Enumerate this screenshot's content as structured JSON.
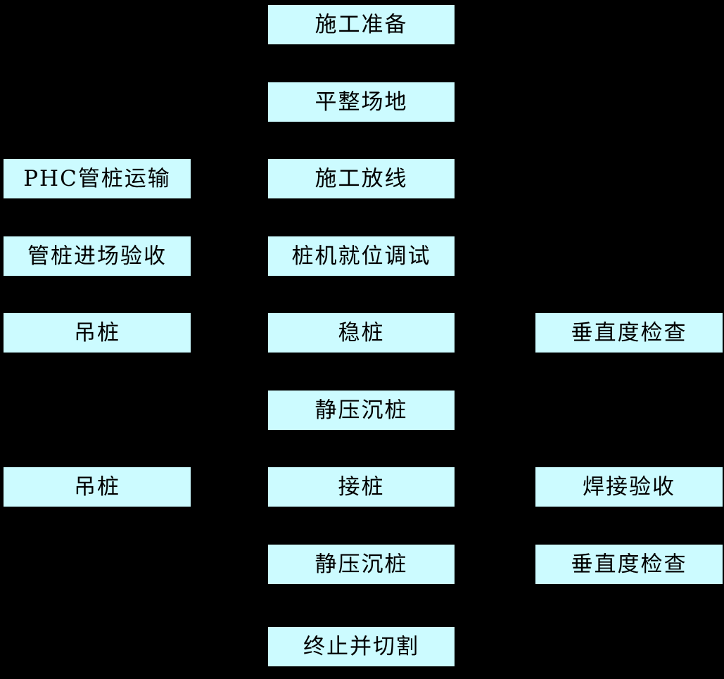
{
  "diagram": {
    "type": "flowchart",
    "orientation": "vertical",
    "background_color": "#000000",
    "node_fill_color": "#ccfbff",
    "node_text_color": "#000000",
    "columns": [
      "left",
      "middle",
      "right"
    ],
    "nodes": [
      {
        "id": "n1",
        "label": "施工准备",
        "column": "middle",
        "row": 1
      },
      {
        "id": "n2",
        "label": "平整场地",
        "column": "middle",
        "row": 2
      },
      {
        "id": "n3",
        "label": "PHC管桩运输",
        "column": "left",
        "row": 3
      },
      {
        "id": "n4",
        "label": "施工放线",
        "column": "middle",
        "row": 3
      },
      {
        "id": "n5",
        "label": "管桩进场验收",
        "column": "left",
        "row": 4
      },
      {
        "id": "n6",
        "label": "桩机就位调试",
        "column": "middle",
        "row": 4
      },
      {
        "id": "n7",
        "label": "吊桩",
        "column": "left",
        "row": 5
      },
      {
        "id": "n8",
        "label": "稳桩",
        "column": "middle",
        "row": 5
      },
      {
        "id": "n9",
        "label": "垂直度检查",
        "column": "right",
        "row": 5
      },
      {
        "id": "n10",
        "label": "静压沉桩",
        "column": "middle",
        "row": 6
      },
      {
        "id": "n11",
        "label": "吊桩",
        "column": "left",
        "row": 7
      },
      {
        "id": "n12",
        "label": "接桩",
        "column": "middle",
        "row": 7
      },
      {
        "id": "n13",
        "label": "焊接验收",
        "column": "right",
        "row": 7
      },
      {
        "id": "n14",
        "label": "静压沉桩",
        "column": "middle",
        "row": 8
      },
      {
        "id": "n15",
        "label": "垂直度检查",
        "column": "right",
        "row": 8
      },
      {
        "id": "n16",
        "label": "终止并切割",
        "column": "middle",
        "row": 9
      }
    ]
  }
}
